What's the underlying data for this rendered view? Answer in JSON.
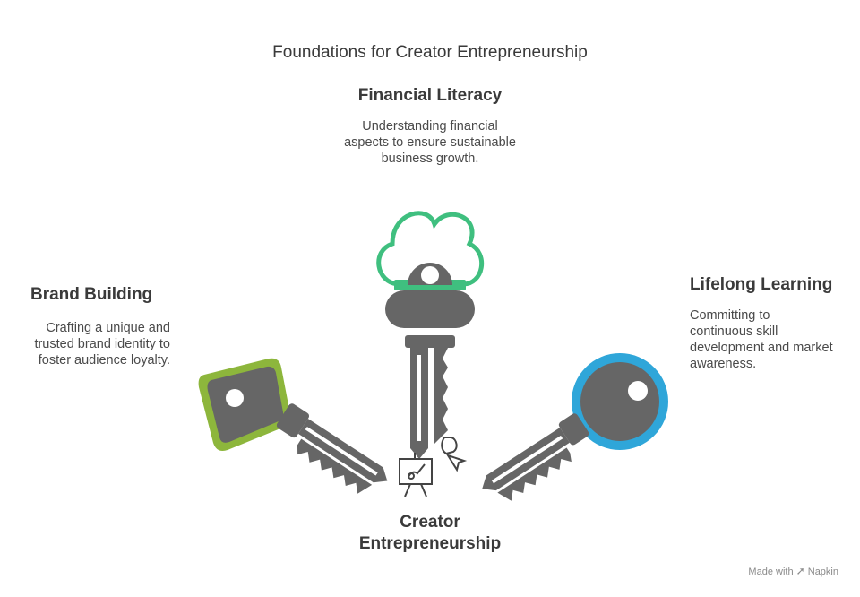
{
  "title": "Foundations for Creator Entrepreneurship",
  "center": {
    "line1": "Creator",
    "line2": "Entrepreneurship"
  },
  "items": [
    {
      "heading": "Financial Literacy",
      "description": "Understanding financial aspects to ensure sustainable business growth.",
      "color": "#3fbf7f",
      "icon": "cloud-key-icon"
    },
    {
      "heading": "Brand Building",
      "description": "Crafting a unique and trusted brand identity to foster audience loyalty.",
      "color": "#8db63c",
      "icon": "shield-key-icon"
    },
    {
      "heading": "Lifelong Learning",
      "description": "Committing to continuous skill development and market awareness.",
      "color": "#2fa6d9",
      "icon": "round-key-icon"
    }
  ],
  "watermark": {
    "prefix": "Made with",
    "brand": "Napkin"
  },
  "colors": {
    "key_body": "#666666",
    "text": "#3a3a3a"
  }
}
